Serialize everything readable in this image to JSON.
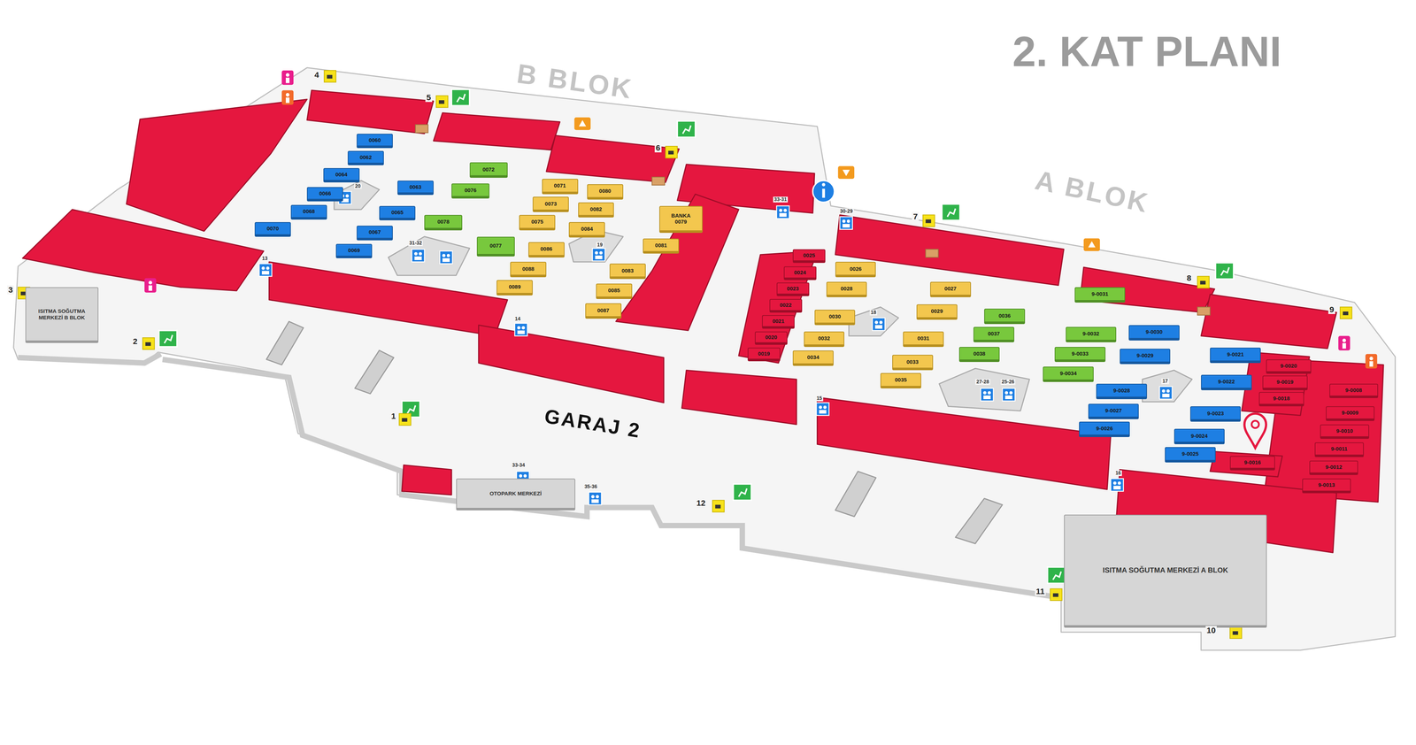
{
  "diagram": {
    "title": "2. KAT PLANI",
    "nodes": [
      {
        "text": [
          "0060"
        ]
      },
      {
        "text": [
          "0062"
        ]
      },
      {
        "text": [
          "0064"
        ]
      },
      {
        "text": [
          "0066"
        ]
      },
      {
        "text": [
          "0068"
        ]
      },
      {
        "text": [
          "0070"
        ]
      },
      {
        "text": [
          "0063"
        ]
      },
      {
        "text": [
          "0065"
        ]
      },
      {
        "text": [
          "0067"
        ]
      },
      {
        "text": [
          "0069"
        ]
      },
      {
        "text": [
          "0072"
        ]
      },
      {
        "text": [
          "0076"
        ]
      },
      {
        "text": [
          "0078"
        ]
      },
      {
        "text": [
          "0077"
        ]
      },
      {
        "text": [
          "0071"
        ]
      },
      {
        "text": [
          "0073"
        ]
      },
      {
        "text": [
          "0075"
        ]
      },
      {
        "text": [
          "0086"
        ]
      },
      {
        "text": [
          "0088"
        ]
      },
      {
        "text": [
          "0089"
        ]
      },
      {
        "text": [
          "0080"
        ]
      },
      {
        "text": [
          "0082"
        ]
      },
      {
        "text": [
          "0084"
        ]
      },
      {
        "text": [
          "0083"
        ]
      },
      {
        "text": [
          "0085"
        ]
      },
      {
        "text": [
          "0087"
        ]
      },
      {
        "text": [
          "BANKA",
          "0079"
        ]
      },
      {
        "text": [
          "0081"
        ]
      },
      {
        "text": [
          "ISITMA SOĞUTMA MERKEZİ B BLOK"
        ]
      },
      {
        "text": [
          "0025"
        ]
      },
      {
        "text": [
          "0024"
        ]
      },
      {
        "text": [
          "0023"
        ]
      },
      {
        "text": [
          "0022"
        ]
      },
      {
        "text": [
          "0021"
        ]
      },
      {
        "text": [
          "0020"
        ]
      },
      {
        "text": [
          "0019"
        ]
      },
      {
        "text": [
          "0026"
        ]
      },
      {
        "text": [
          "0028"
        ]
      },
      {
        "text": [
          "0030"
        ]
      },
      {
        "text": [
          "0032"
        ]
      },
      {
        "text": [
          "0034"
        ]
      },
      {
        "text": [
          "0027"
        ]
      },
      {
        "text": [
          "0029"
        ]
      },
      {
        "text": [
          "0031"
        ]
      },
      {
        "text": [
          "0033"
        ]
      },
      {
        "text": [
          "0035"
        ]
      },
      {
        "text": [
          "0036"
        ]
      },
      {
        "text": [
          "0037"
        ]
      },
      {
        "text": [
          "0038"
        ]
      },
      {
        "text": [
          "9-0031"
        ]
      },
      {
        "text": [
          "9-0032"
        ]
      },
      {
        "text": [
          "9-0033"
        ]
      },
      {
        "text": [
          "9-0034"
        ]
      },
      {
        "text": [
          "9-0030"
        ]
      },
      {
        "text": [
          "9-0029"
        ]
      },
      {
        "text": [
          "9-0028"
        ]
      },
      {
        "text": [
          "9-0027"
        ]
      },
      {
        "text": [
          "9-0026"
        ]
      },
      {
        "text": [
          "9-0021"
        ]
      },
      {
        "text": [
          "9-0022"
        ]
      },
      {
        "text": [
          "9-0023"
        ]
      },
      {
        "text": [
          "9-0024"
        ]
      },
      {
        "text": [
          "9-0025"
        ]
      },
      {
        "text": [
          "9-0020"
        ]
      },
      {
        "text": [
          "9-0019"
        ]
      },
      {
        "text": [
          "9-0018"
        ]
      },
      {
        "text": [
          "9-0016"
        ]
      },
      {
        "text": [
          "9-0008"
        ]
      },
      {
        "text": [
          "9-0009"
        ]
      },
      {
        "text": [
          "9-0010"
        ]
      },
      {
        "text": [
          "9-0011"
        ]
      },
      {
        "text": [
          "9-0012"
        ]
      },
      {
        "text": [
          "9-0013"
        ]
      },
      {
        "text": [
          "OTOPARK MERKEZİ"
        ]
      },
      {
        "text": [
          "ISITMA SOĞUTMA MERKEZİ A BLOK"
        ]
      }
    ],
    "labels": [
      "B BLOK",
      "A BLOK",
      "GARAJ 2",
      "1",
      "2",
      "3",
      "4",
      "5",
      "6",
      "7",
      "8",
      "9",
      "10",
      "11",
      "12",
      "13",
      "20",
      "31-32",
      "19",
      "14",
      "33-31",
      "30-29",
      "18",
      "27-28",
      "25-26",
      "17",
      "15",
      "16",
      "33-34",
      "35-36"
    ]
  }
}
